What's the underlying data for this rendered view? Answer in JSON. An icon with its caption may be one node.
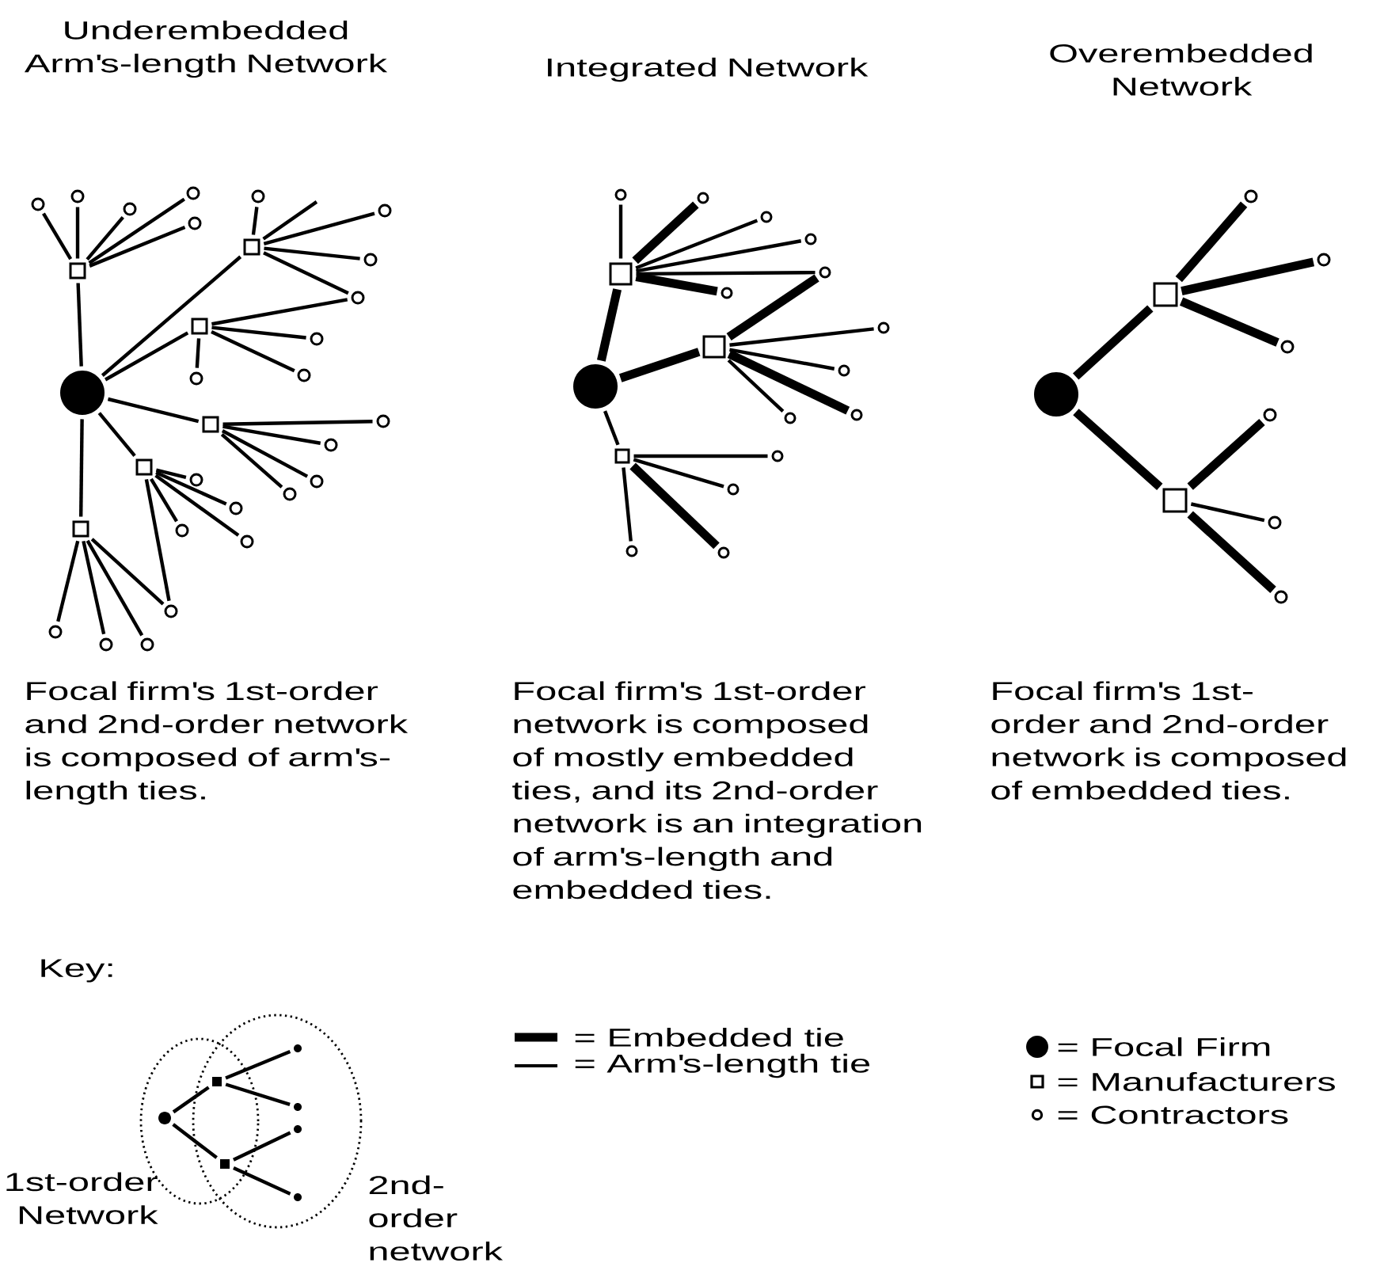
{
  "diagram": {
    "nodes": [
      {
        "text": [],
        "shape": "circle"
      },
      {
        "text": [],
        "shape": "box"
      },
      {
        "text": [],
        "shape": "box"
      },
      {
        "text": [],
        "shape": "box"
      },
      {
        "text": [],
        "shape": "box"
      },
      {
        "text": [],
        "shape": "box"
      },
      {
        "text": [],
        "shape": "box"
      },
      {
        "text": [],
        "shape": "circle"
      },
      {
        "text": [],
        "shape": "circle"
      },
      {
        "text": [],
        "shape": "circle"
      },
      {
        "text": [],
        "shape": "circle"
      },
      {
        "text": [],
        "shape": "circle"
      },
      {
        "text": [],
        "shape": "circle"
      },
      {
        "text": [],
        "shape": "circle"
      },
      {
        "text": [],
        "shape": "circle"
      },
      {
        "text": [],
        "shape": "circle"
      },
      {
        "text": [],
        "shape": "circle"
      },
      {
        "text": [],
        "shape": "circle"
      },
      {
        "text": [],
        "shape": "circle"
      },
      {
        "text": [],
        "shape": "circle"
      },
      {
        "text": [],
        "shape": "circle"
      },
      {
        "text": [],
        "shape": "circle"
      },
      {
        "text": [],
        "shape": "circle"
      },
      {
        "text": [],
        "shape": "circle"
      },
      {
        "text": [],
        "shape": "circle"
      },
      {
        "text": [],
        "shape": "circle"
      },
      {
        "text": [],
        "shape": "circle"
      },
      {
        "text": [],
        "shape": "circle"
      },
      {
        "text": [],
        "shape": "circle"
      },
      {
        "text": [],
        "shape": "circle"
      },
      {
        "text": [],
        "shape": "circle"
      },
      {
        "text": [],
        "shape": "circle"
      },
      {
        "text": [],
        "shape": "box"
      },
      {
        "text": [],
        "shape": "box"
      },
      {
        "text": [],
        "shape": "box"
      },
      {
        "text": [],
        "shape": "circle"
      },
      {
        "text": [],
        "shape": "circle"
      },
      {
        "text": [],
        "shape": "circle"
      },
      {
        "text": [],
        "shape": "circle"
      },
      {
        "text": [],
        "shape": "circle"
      },
      {
        "text": [],
        "shape": "circle"
      },
      {
        "text": [],
        "shape": "circle"
      },
      {
        "text": [],
        "shape": "circle"
      },
      {
        "text": [],
        "shape": "circle"
      },
      {
        "text": [],
        "shape": "circle"
      },
      {
        "text": [],
        "shape": "circle"
      },
      {
        "text": [],
        "shape": "circle"
      },
      {
        "text": [],
        "shape": "circle"
      },
      {
        "text": [],
        "shape": "circle"
      },
      {
        "text": [],
        "shape": "circle"
      },
      {
        "text": [],
        "shape": "box"
      },
      {
        "text": [],
        "shape": "box"
      },
      {
        "text": [],
        "shape": "circle"
      },
      {
        "text": [],
        "shape": "circle"
      },
      {
        "text": [],
        "shape": "circle"
      },
      {
        "text": [],
        "shape": "circle"
      },
      {
        "text": [],
        "shape": "circle"
      },
      {
        "text": [],
        "shape": "circle"
      },
      {
        "text": [
          "1st-order Network"
        ]
      },
      {
        "text": [
          "2nd-order network"
        ]
      },
      {
        "text": [],
        "shape": "circle",
        "in": 58
      },
      {
        "text": [],
        "shape": "box"
      },
      {
        "text": [],
        "shape": "box"
      },
      {
        "text": [],
        "shape": "circle",
        "in": 59
      },
      {
        "text": [],
        "shape": "circle",
        "in": 59
      },
      {
        "text": [],
        "shape": "circle",
        "in": 59
      },
      {
        "text": [],
        "shape": "circle",
        "in": 59
      }
    ],
    "edges": [
      {
        "from": 0,
        "to": 1,
        "arrow": "none"
      },
      {
        "from": 0,
        "to": 2,
        "arrow": "none"
      },
      {
        "from": 0,
        "to": 3,
        "arrow": "none"
      },
      {
        "from": 0,
        "to": 4,
        "arrow": "none"
      },
      {
        "from": 0,
        "to": 5,
        "arrow": "none"
      },
      {
        "from": 0,
        "to": 6,
        "arrow": "none"
      },
      {
        "from": 1,
        "to": 7,
        "arrow": "none"
      },
      {
        "from": 1,
        "to": 8,
        "arrow": "none"
      },
      {
        "from": 1,
        "to": 9,
        "arrow": "none"
      },
      {
        "from": 1,
        "to": 10,
        "arrow": "none"
      },
      {
        "from": 1,
        "to": 11,
        "arrow": "none"
      },
      {
        "from": 2,
        "to": 12,
        "arrow": "none"
      },
      {
        "from": 2,
        "to": null,
        "arrow": "none"
      },
      {
        "from": 2,
        "to": 13,
        "arrow": "none"
      },
      {
        "from": 2,
        "to": 14,
        "arrow": "none"
      },
      {
        "from": 2,
        "to": 15,
        "arrow": "none"
      },
      {
        "from": 3,
        "to": 15,
        "arrow": "none"
      },
      {
        "from": 3,
        "to": 16,
        "arrow": "none"
      },
      {
        "from": 3,
        "to": 17,
        "arrow": "none"
      },
      {
        "from": 3,
        "to": 18,
        "arrow": "none"
      },
      {
        "from": 4,
        "to": 19,
        "arrow": "none"
      },
      {
        "from": 4,
        "to": 20,
        "arrow": "none"
      },
      {
        "from": 4,
        "to": 21,
        "arrow": "none"
      },
      {
        "from": 4,
        "to": 22,
        "arrow": "none"
      },
      {
        "from": 5,
        "to": 23,
        "arrow": "none"
      },
      {
        "from": 5,
        "to": 24,
        "arrow": "none"
      },
      {
        "from": 5,
        "to": 25,
        "arrow": "none"
      },
      {
        "from": 5,
        "to": 26,
        "arrow": "none"
      },
      {
        "from": 5,
        "to": 27,
        "arrow": "none"
      },
      {
        "from": 6,
        "to": 28,
        "arrow": "none"
      },
      {
        "from": 6,
        "to": 29,
        "arrow": "none"
      },
      {
        "from": 6,
        "to": 30,
        "arrow": "none"
      },
      {
        "from": 6,
        "to": 27,
        "arrow": "none"
      },
      {
        "from": 31,
        "to": 32,
        "arrow": "none",
        "style": "thick"
      },
      {
        "from": 31,
        "to": 33,
        "arrow": "none",
        "style": "thick"
      },
      {
        "from": 31,
        "to": 34,
        "arrow": "none"
      },
      {
        "from": 32,
        "to": 35,
        "arrow": "none"
      },
      {
        "from": 32,
        "to": 36,
        "arrow": "none",
        "style": "thick"
      },
      {
        "from": 32,
        "to": 37,
        "arrow": "none"
      },
      {
        "from": 32,
        "to": 38,
        "arrow": "none"
      },
      {
        "from": 32,
        "to": 39,
        "arrow": "none"
      },
      {
        "from": 32,
        "to": 40,
        "arrow": "none",
        "style": "thick"
      },
      {
        "from": 33,
        "to": 39,
        "arrow": "none",
        "style": "thick"
      },
      {
        "from": 33,
        "to": 41,
        "arrow": "none"
      },
      {
        "from": 33,
        "to": 42,
        "arrow": "none"
      },
      {
        "from": 33,
        "to": 43,
        "arrow": "none",
        "style": "thick"
      },
      {
        "from": 33,
        "to": 44,
        "arrow": "none"
      },
      {
        "from": 34,
        "to": 45,
        "arrow": "none"
      },
      {
        "from": 34,
        "to": 46,
        "arrow": "none"
      },
      {
        "from": 34,
        "to": 47,
        "arrow": "none"
      },
      {
        "from": 34,
        "to": 48,
        "arrow": "none",
        "style": "thick"
      },
      {
        "from": 49,
        "to": 50,
        "arrow": "none",
        "style": "thick"
      },
      {
        "from": 49,
        "to": 51,
        "arrow": "none",
        "style": "thick"
      },
      {
        "from": 50,
        "to": 52,
        "arrow": "none",
        "style": "thick"
      },
      {
        "from": 50,
        "to": 53,
        "arrow": "none",
        "style": "thick"
      },
      {
        "from": 50,
        "to": 54,
        "arrow": "none",
        "style": "thick"
      },
      {
        "from": 51,
        "to": 55,
        "arrow": "none",
        "style": "thick"
      },
      {
        "from": 51,
        "to": 56,
        "arrow": "none"
      },
      {
        "from": 51,
        "to": 57,
        "arrow": "none",
        "style": "thick"
      },
      {
        "from": 60,
        "to": 61,
        "arrow": "none"
      },
      {
        "from": 60,
        "to": 62,
        "arrow": "none"
      },
      {
        "from": 61,
        "to": 63,
        "arrow": "none"
      },
      {
        "from": 61,
        "to": 64,
        "arrow": "none"
      },
      {
        "from": 62,
        "to": 65,
        "arrow": "none"
      },
      {
        "from": 62,
        "to": 66,
        "arrow": "none"
      }
    ],
    "labels": [
      "Underembedded Arm's-length Network",
      "Integrated Network",
      "Overembedded Network",
      "Focal firm's 1st-order and 2nd-order network is composed of arm's-length ties.",
      "Focal firm's 1st-order network is composed of mostly embedded ties, and its 2nd-order network is an integration of arm's-length and embedded ties.",
      "Focal firm's 1st-order and 2nd-order network is composed of embedded ties.",
      "Key:"
    ],
    "legend": [
      {
        "text": "= Embedded tie"
      },
      {
        "text": "= Arm's-length tie"
      },
      {
        "text": "= Focal Firm"
      },
      {
        "text": "= Manufacturers"
      },
      {
        "text": "= Contractors"
      }
    ]
  }
}
